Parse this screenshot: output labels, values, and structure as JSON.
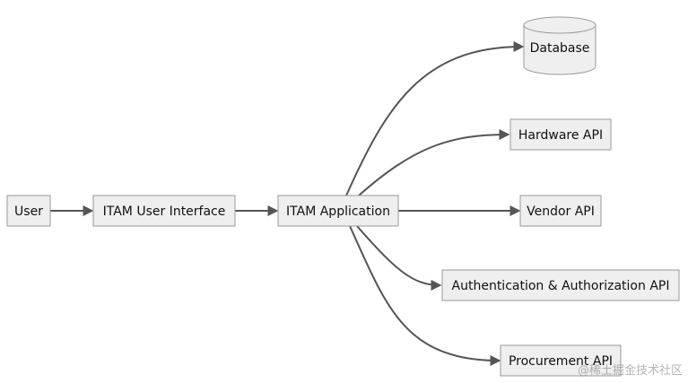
{
  "nodes": {
    "user": {
      "label": "User"
    },
    "itam_ui": {
      "label": "ITAM User Interface"
    },
    "itam_app": {
      "label": "ITAM Application"
    },
    "database": {
      "label": "Database"
    },
    "hardware_api": {
      "label": "Hardware API"
    },
    "vendor_api": {
      "label": "Vendor API"
    },
    "auth_api": {
      "label": "Authentication & Authorization API"
    },
    "procurement_api": {
      "label": "Procurement API"
    }
  },
  "edges": [
    {
      "from": "user",
      "to": "itam_ui"
    },
    {
      "from": "itam_ui",
      "to": "itam_app"
    },
    {
      "from": "itam_app",
      "to": "database"
    },
    {
      "from": "itam_app",
      "to": "hardware_api"
    },
    {
      "from": "itam_app",
      "to": "vendor_api"
    },
    {
      "from": "itam_app",
      "to": "auth_api"
    },
    {
      "from": "itam_app",
      "to": "procurement_api"
    }
  ],
  "colors": {
    "node_fill": "#efefef",
    "node_stroke": "#9a9a9a",
    "edge": "#555555",
    "text": "#111111"
  },
  "watermark": "@稀土掘金技术社区"
}
